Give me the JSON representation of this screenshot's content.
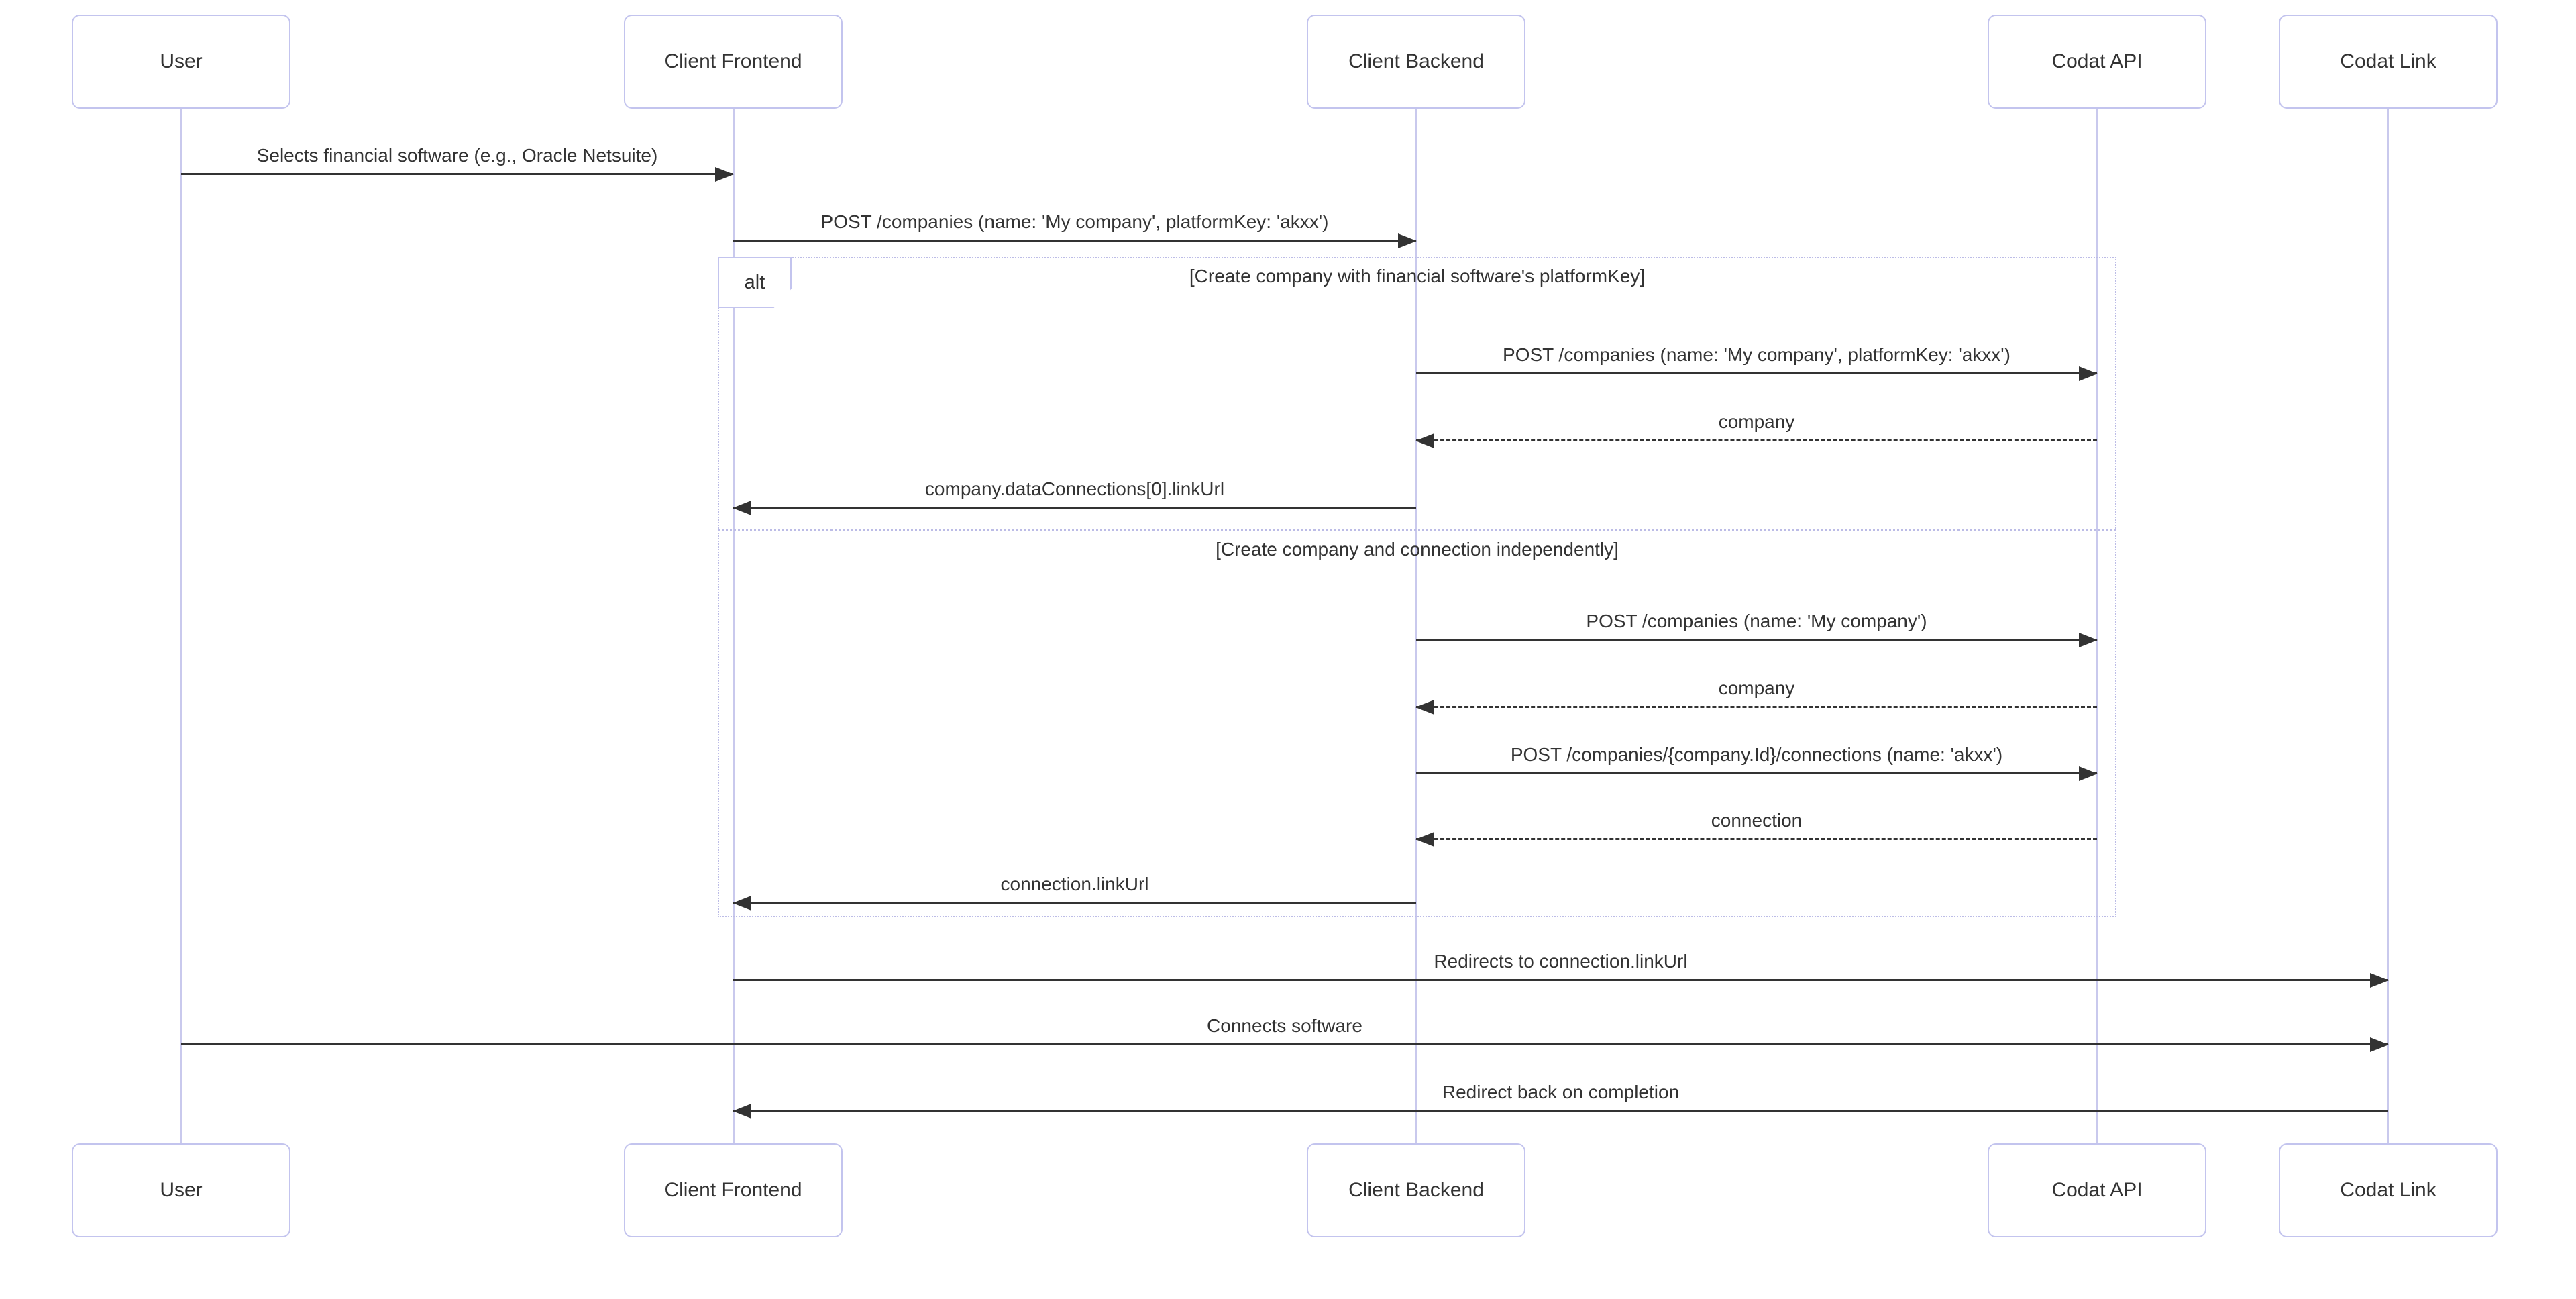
{
  "diagram": {
    "type": "sequence",
    "participants": [
      {
        "label": "User"
      },
      {
        "label": "Client Frontend"
      },
      {
        "label": "Client Backend"
      },
      {
        "label": "Codat API"
      },
      {
        "label": "Codat Link"
      }
    ],
    "messages": [
      {
        "from": "User",
        "to": "Client Frontend",
        "style": "solid",
        "text": "Selects financial software (e.g., Oracle Netsuite)"
      },
      {
        "from": "Client Frontend",
        "to": "Client Backend",
        "style": "solid",
        "text": "POST /companies (name: 'My company', platformKey: 'akxx')"
      },
      {
        "from": "Client Backend",
        "to": "Codat API",
        "style": "solid",
        "text": "POST /companies (name: 'My company', platformKey: 'akxx')"
      },
      {
        "from": "Codat API",
        "to": "Client Backend",
        "style": "dashed",
        "text": "company"
      },
      {
        "from": "Client Backend",
        "to": "Client Frontend",
        "style": "solid",
        "text": "company.dataConnections[0].linkUrl"
      },
      {
        "from": "Client Backend",
        "to": "Codat API",
        "style": "solid",
        "text": "POST /companies (name: 'My company')"
      },
      {
        "from": "Codat API",
        "to": "Client Backend",
        "style": "dashed",
        "text": "company"
      },
      {
        "from": "Client Backend",
        "to": "Codat API",
        "style": "solid",
        "text": "POST /companies/{company.Id}/connections (name: 'akxx')"
      },
      {
        "from": "Codat API",
        "to": "Client Backend",
        "style": "dashed",
        "text": "connection"
      },
      {
        "from": "Client Backend",
        "to": "Client Frontend",
        "style": "solid",
        "text": "connection.linkUrl"
      },
      {
        "from": "Client Frontend",
        "to": "Codat Link",
        "style": "solid",
        "text": "Redirects to connection.linkUrl"
      },
      {
        "from": "User",
        "to": "Codat Link",
        "style": "solid",
        "text": "Connects software"
      },
      {
        "from": "Codat Link",
        "to": "Client Frontend",
        "style": "solid",
        "text": "Redirect back on completion"
      }
    ],
    "alt": {
      "operator": "alt",
      "sections": [
        {
          "condition": "[Create company with financial software's platformKey]"
        },
        {
          "condition": "[Create company and connection independently]"
        }
      ]
    },
    "colors": {
      "actor_border": "#c3c4ee",
      "lifeline": "#c9c9ed",
      "frame_border": "#bcbce6",
      "arrow": "#333333",
      "text": "#333333",
      "background": "#ffffff"
    }
  }
}
